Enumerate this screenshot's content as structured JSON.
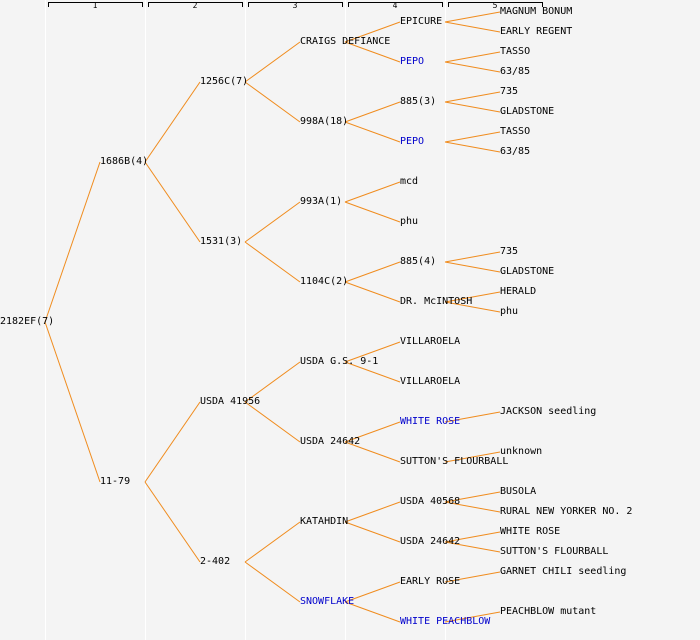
{
  "generations": [
    "1",
    "2",
    "3",
    "4",
    "5"
  ],
  "colors": {
    "line": "#f08c1e",
    "highlight": "#0000cc",
    "text": "#000000",
    "background": "#f4f4f4"
  },
  "tree": {
    "label": "2182EF(7)",
    "children": [
      {
        "label": "1686B(4)",
        "children": [
          {
            "label": "1256C(7)",
            "children": [
              {
                "label": "CRAIGS DEFIANCE",
                "children": [
                  {
                    "label": "EPICURE",
                    "children": [
                      {
                        "label": "MAGNUM BONUM"
                      },
                      {
                        "label": "EARLY REGENT"
                      }
                    ]
                  },
                  {
                    "label": "PEPO",
                    "highlight": true,
                    "children": [
                      {
                        "label": "TASSO"
                      },
                      {
                        "label": "63/85"
                      }
                    ]
                  }
                ]
              },
              {
                "label": "998A(18)",
                "children": [
                  {
                    "label": "885(3)",
                    "children": [
                      {
                        "label": "735"
                      },
                      {
                        "label": "GLADSTONE"
                      }
                    ]
                  },
                  {
                    "label": "PEPO",
                    "highlight": true,
                    "children": [
                      {
                        "label": "TASSO"
                      },
                      {
                        "label": "63/85"
                      }
                    ]
                  }
                ]
              }
            ]
          },
          {
            "label": "1531(3)",
            "children": [
              {
                "label": "993A(1)",
                "children": [
                  {
                    "label": "mcd"
                  },
                  {
                    "label": "phu"
                  }
                ]
              },
              {
                "label": "1104C(2)",
                "children": [
                  {
                    "label": "885(4)",
                    "children": [
                      {
                        "label": "735"
                      },
                      {
                        "label": "GLADSTONE"
                      }
                    ]
                  },
                  {
                    "label": "DR. McINTOSH",
                    "children": [
                      {
                        "label": "HERALD"
                      },
                      {
                        "label": "phu"
                      }
                    ]
                  }
                ]
              }
            ]
          }
        ]
      },
      {
        "label": "11-79",
        "children": [
          {
            "label": "USDA 41956",
            "children": [
              {
                "label": "USDA G.S. 9-1",
                "children": [
                  {
                    "label": "VILLAROELA"
                  },
                  {
                    "label": "VILLAROELA"
                  }
                ]
              },
              {
                "label": "USDA 24642",
                "children": [
                  {
                    "label": "WHITE ROSE",
                    "highlight": true,
                    "children": [
                      {
                        "label": "JACKSON seedling"
                      }
                    ]
                  },
                  {
                    "label": "SUTTON'S FLOURBALL",
                    "children": [
                      {
                        "label": "unknown"
                      }
                    ]
                  }
                ]
              }
            ]
          },
          {
            "label": "2-402",
            "children": [
              {
                "label": "KATAHDIN",
                "children": [
                  {
                    "label": "USDA 40568",
                    "children": [
                      {
                        "label": "BUSOLA"
                      },
                      {
                        "label": "RURAL NEW YORKER NO. 2"
                      }
                    ]
                  },
                  {
                    "label": "USDA 24642",
                    "children": [
                      {
                        "label": "WHITE ROSE"
                      },
                      {
                        "label": "SUTTON'S FLOURBALL"
                      }
                    ]
                  }
                ]
              },
              {
                "label": "SNOWFLAKE",
                "highlight": true,
                "children": [
                  {
                    "label": "EARLY ROSE",
                    "children": [
                      {
                        "label": "GARNET CHILI seedling"
                      }
                    ]
                  },
                  {
                    "label": "WHITE PEACHBLOW",
                    "highlight": true,
                    "children": [
                      {
                        "label": "PEACHBLOW mutant"
                      }
                    ]
                  }
                ]
              }
            ]
          }
        ]
      }
    ]
  }
}
